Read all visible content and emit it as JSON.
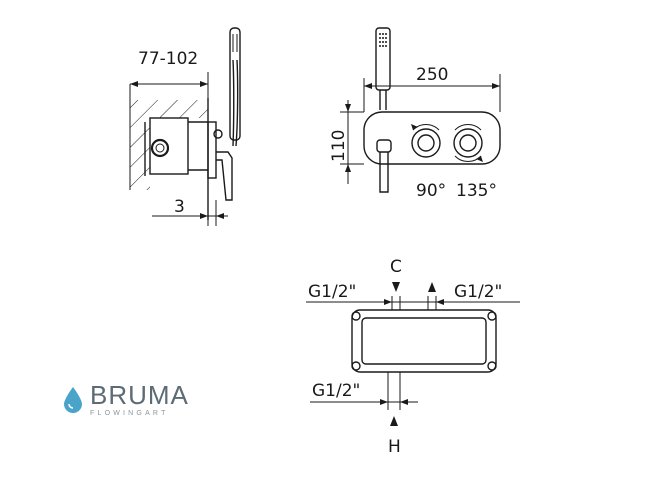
{
  "dimensions": {
    "depth": "77-102",
    "protrusion": "3",
    "width": "250",
    "height": "110",
    "angle_left": "90°",
    "angle_right": "135°"
  },
  "connections": {
    "cold_label": "C",
    "hot_label": "H",
    "inlet_left": "G1/2\"",
    "inlet_right": "G1/2\"",
    "inlet_bottom": "G1/2\""
  },
  "brand": {
    "name": "BRUMA",
    "tagline": "FLOWINGART",
    "color": "#5c6b75",
    "drop_color": "#4aa3c9",
    "icon": "water-drop-icon"
  }
}
